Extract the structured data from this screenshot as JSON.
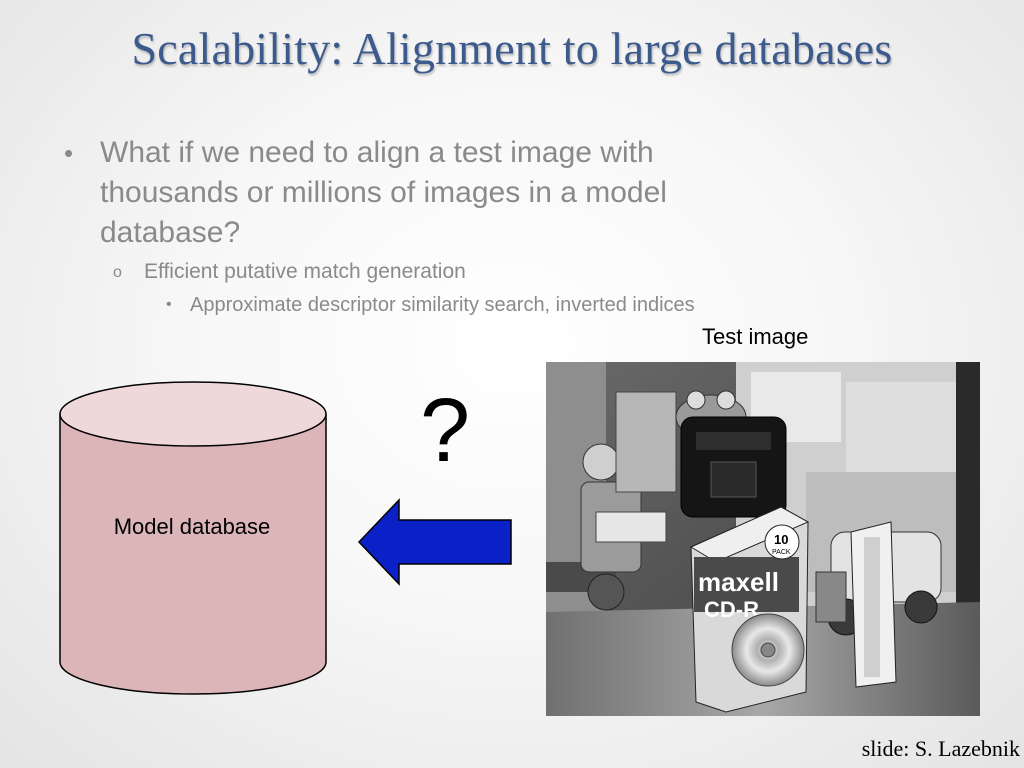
{
  "title": "Scalability: Alignment to large databases",
  "bullets": {
    "level1": {
      "marker": "•",
      "text_lines": [
        "What if we need to align a test image with",
        "thousands or millions of images in a model",
        "database?"
      ]
    },
    "level2": {
      "marker": "o",
      "text": "Efficient putative match generation"
    },
    "level3": {
      "marker": "•",
      "text": "Approximate descriptor similarity search, inverted indices"
    }
  },
  "diagram": {
    "test_image_label": "Test image",
    "database_label": "Model database",
    "question_mark": "?",
    "colors": {
      "cylinder_fill": "#dbb5b8",
      "cylinder_top": "#efd8da",
      "arrow_fill": "#0a21c8"
    }
  },
  "photo_text": {
    "box_brand": "maxell",
    "box_product": "CD-R",
    "pack_count": "10",
    "pack_word": "PACK"
  },
  "credit": "slide: S. Lazebnik"
}
